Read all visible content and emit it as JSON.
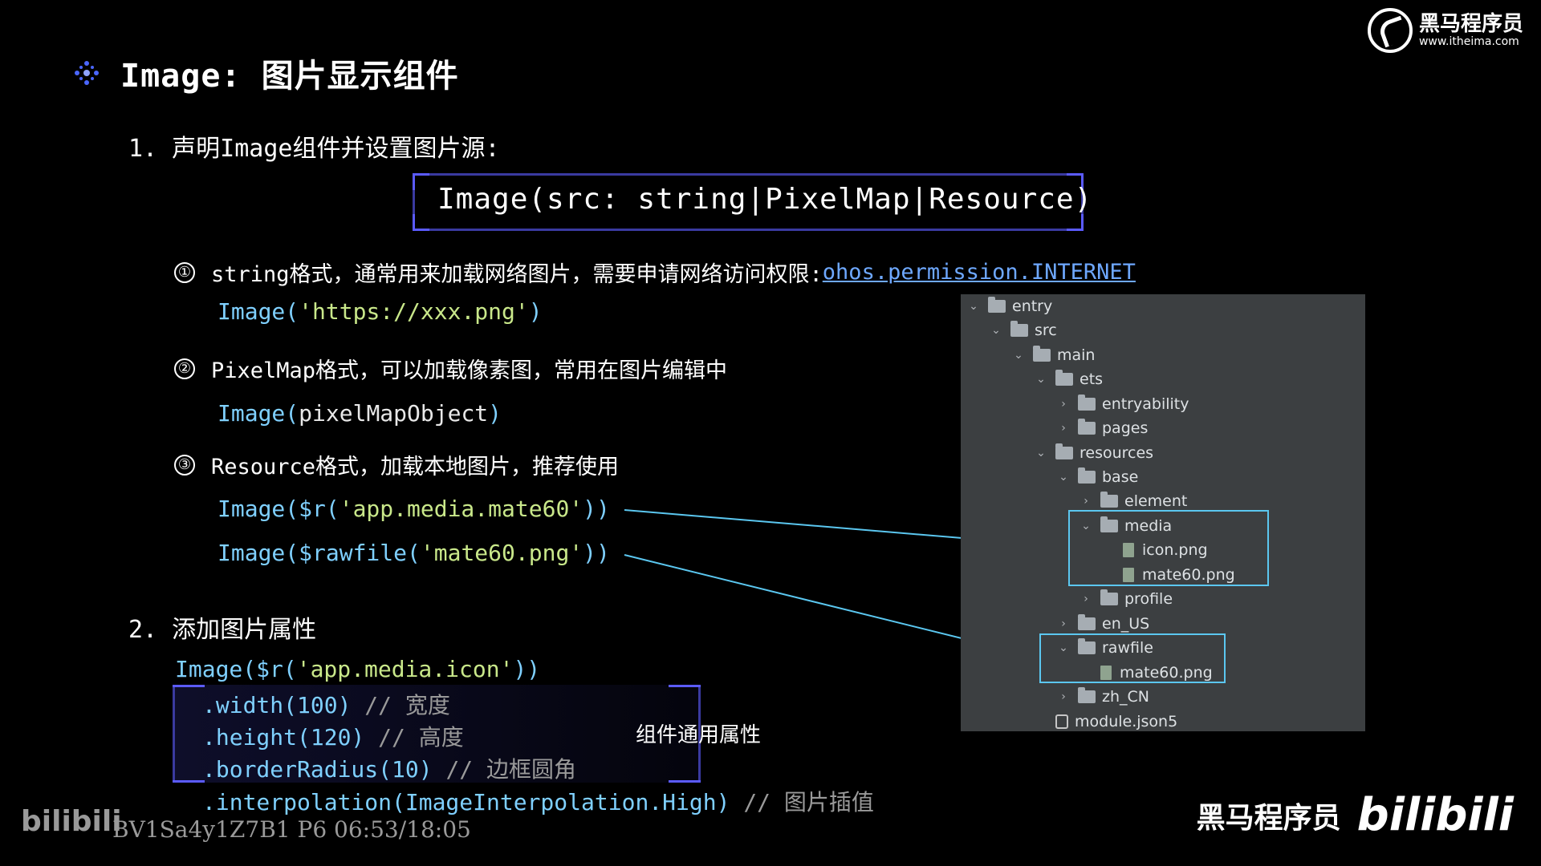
{
  "title": "Image: 图片显示组件",
  "logo": {
    "name": "黑马程序员",
    "url": "www.itheima.com"
  },
  "step1": {
    "label": "1. 声明Image组件并设置图片源:"
  },
  "signature": "Image(src: string|PixelMap|Resource)",
  "items": [
    {
      "num": "①",
      "desc_pre": "string格式，通常用来加载网络图片，需要申请网络访问权限: ",
      "link": "ohos.permission.INTERNET",
      "code_fn": "Image(",
      "code_str": "'https://xxx.png'",
      "code_end": ")"
    },
    {
      "num": "②",
      "desc_pre": "PixelMap格式，可以加载像素图，常用在图片编辑中",
      "code_fn": "Image(",
      "code_arg": "pixelMapObject",
      "code_end": ")"
    },
    {
      "num": "③",
      "desc_pre": "Resource格式，加载本地图片，推荐使用"
    }
  ],
  "resource_code": [
    {
      "fn": "Image($r(",
      "str": "'app.media.mate60'",
      "end": "))"
    },
    {
      "fn": "Image($rawfile(",
      "str": "'mate60.png'",
      "end": "))"
    }
  ],
  "step2": {
    "label": "2. 添加图片属性"
  },
  "attr_code": {
    "head_fn": "Image($r(",
    "head_str": "'app.media.icon'",
    "head_end": "))",
    "lines": [
      {
        "code": ".width(100)",
        "comment": "// 宽度"
      },
      {
        "code": ".height(120)",
        "comment": "// 高度"
      },
      {
        "code": ".borderRadius(10)",
        "comment": "// 边框圆角"
      },
      {
        "code": ".interpolation(ImageInterpolation.High)",
        "comment": "// 图片插值"
      }
    ],
    "box_label": "组件通用属性"
  },
  "tree": [
    {
      "name": "entry",
      "chev": "⌄",
      "type": "folder"
    },
    {
      "name": "src",
      "chev": "⌄",
      "type": "folder"
    },
    {
      "name": "main",
      "chev": "⌄",
      "type": "folder"
    },
    {
      "name": "ets",
      "chev": "⌄",
      "type": "folder"
    },
    {
      "name": "entryability",
      "chev": "›",
      "type": "folder"
    },
    {
      "name": "pages",
      "chev": "›",
      "type": "folder"
    },
    {
      "name": "resources",
      "chev": "⌄",
      "type": "folder"
    },
    {
      "name": "base",
      "chev": "⌄",
      "type": "folder"
    },
    {
      "name": "element",
      "chev": "›",
      "type": "folder"
    },
    {
      "name": "media",
      "chev": "⌄",
      "type": "folder"
    },
    {
      "name": "icon.png",
      "chev": "",
      "type": "file"
    },
    {
      "name": "mate60.png",
      "chev": "",
      "type": "file"
    },
    {
      "name": "profile",
      "chev": "›",
      "type": "folder"
    },
    {
      "name": "en_US",
      "chev": "›",
      "type": "folder"
    },
    {
      "name": "rawfile",
      "chev": "⌄",
      "type": "folder"
    },
    {
      "name": "mate60.png",
      "chev": "",
      "type": "file"
    },
    {
      "name": "zh_CN",
      "chev": "›",
      "type": "folder"
    },
    {
      "name": "module.json5",
      "chev": "",
      "type": "json"
    }
  ],
  "footer": {
    "bili_left": "bilibili",
    "video_id": "BV1Sa4y1Z7B1 P6 06:53/18:05",
    "brand": "黑马程序员",
    "bili_right": "bilibili"
  },
  "colors": {
    "code": "#7fd0ff",
    "string": "#c9e88a",
    "link": "#6ea8ff",
    "highlight_box": "#5bc7f0",
    "tree_bg": "#3c3f41"
  }
}
